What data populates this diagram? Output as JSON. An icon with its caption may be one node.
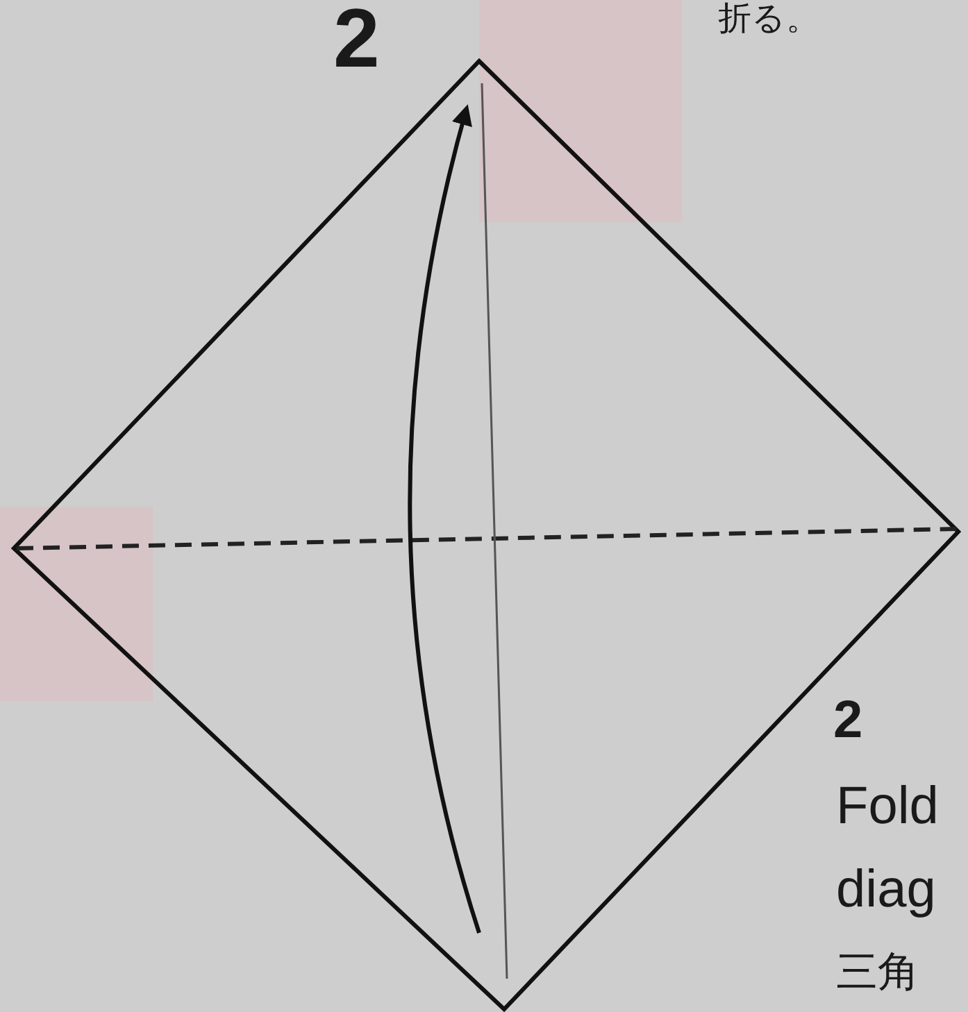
{
  "diagram": {
    "nodes": [
      {
        "text": [],
        "shape": "diamond"
      }
    ],
    "edges": [],
    "labels": [
      "折る。",
      "2",
      "2",
      "Fold",
      "diag",
      "三角"
    ]
  }
}
